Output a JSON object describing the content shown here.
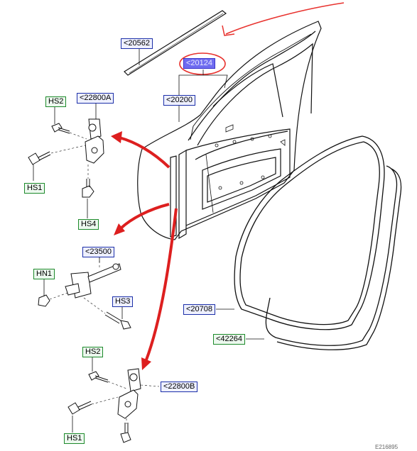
{
  "labels": {
    "p20562": "<20562",
    "p20124": "<20124",
    "p20200": "<20200",
    "p22800a": "<22800A",
    "hs2_top": "HS2",
    "hs1_top": "HS1",
    "hs4": "HS4",
    "p23500": "<23500",
    "hn1": "HN1",
    "hs3": "HS3",
    "hs2_bottom": "HS2",
    "p22800b": "<22800B",
    "hs1_bottom": "HS1",
    "p20708": "<20708",
    "p42264": "<42264"
  },
  "footer_code": "E216895"
}
